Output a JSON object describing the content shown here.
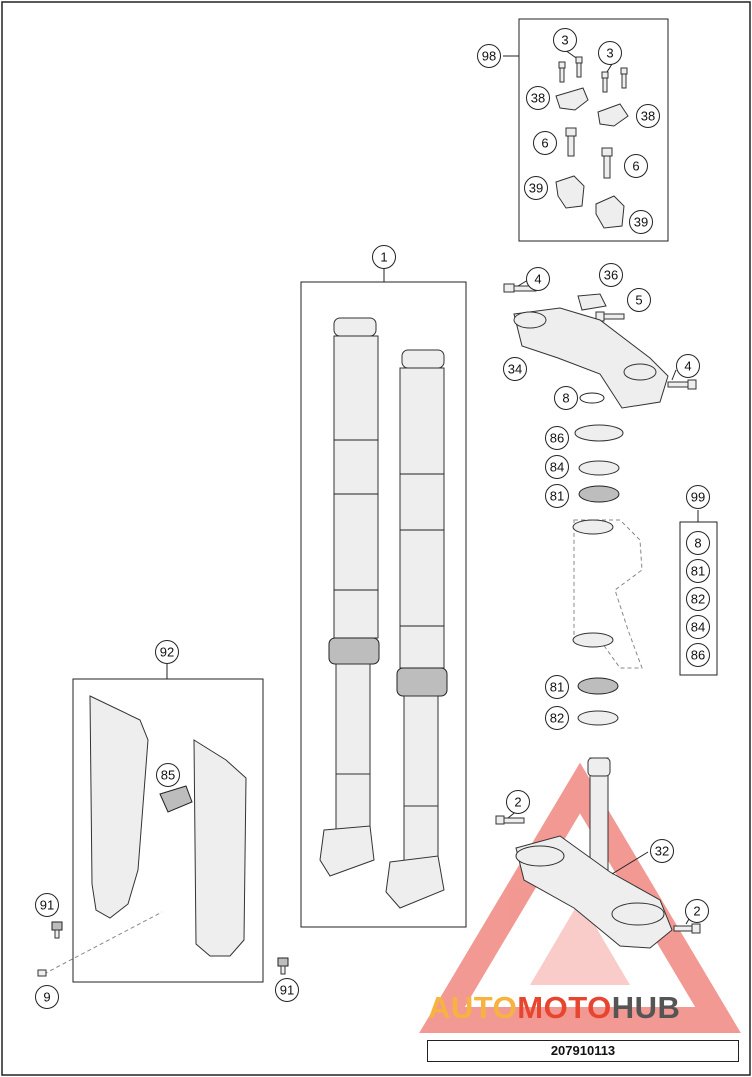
{
  "callouts": {
    "c98": "98",
    "c3a": "3",
    "c3b": "3",
    "c38a": "38",
    "c38b": "38",
    "c6a": "6",
    "c6b": "6",
    "c39a": "39",
    "c39b": "39",
    "c1": "1",
    "c4a": "4",
    "c36": "36",
    "c5": "5",
    "c34": "34",
    "c4b": "4",
    "c8": "8",
    "c86": "86",
    "c84": "84",
    "c81a": "81",
    "c99": "99",
    "c99_8": "8",
    "c99_81": "81",
    "c99_82": "82",
    "c99_84": "84",
    "c99_86": "86",
    "c81b": "81",
    "c82": "82",
    "c92": "92",
    "c85": "85",
    "c91a": "91",
    "c9": "9",
    "c91b": "91",
    "c2a": "2",
    "c32": "32",
    "c2b": "2"
  },
  "drawing_number": "207910113",
  "watermark": {
    "part1": "AUTO",
    "part2": "MOTO",
    "part3": "HUB"
  },
  "colors": {
    "watermark_triangle": "#e8453a",
    "auto": "#f6b33f",
    "moto": "#e8452f",
    "hub": "#555555"
  }
}
